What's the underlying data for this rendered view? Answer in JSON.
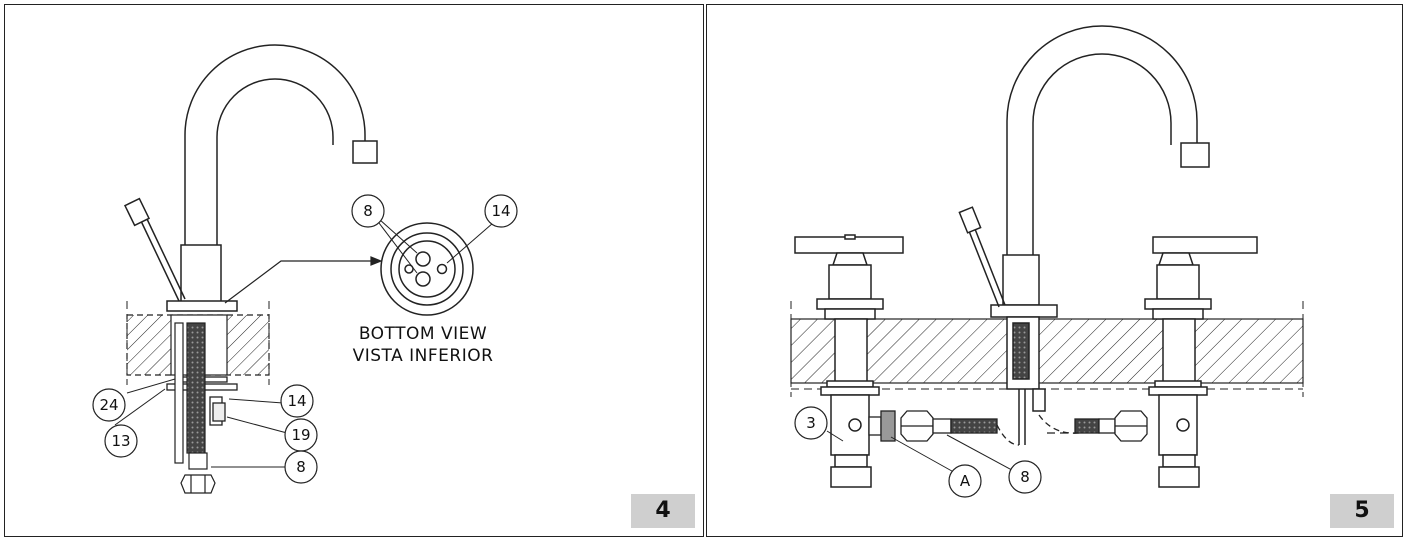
{
  "panels": [
    {
      "step": "4",
      "callouts": [
        "8",
        "14",
        "24",
        "13",
        "14",
        "19",
        "8"
      ],
      "view_label_1": "BOTTOM VIEW",
      "view_label_2": "VISTA INFERIOR"
    },
    {
      "step": "5",
      "callouts": [
        "3",
        "A",
        "8"
      ]
    }
  ]
}
